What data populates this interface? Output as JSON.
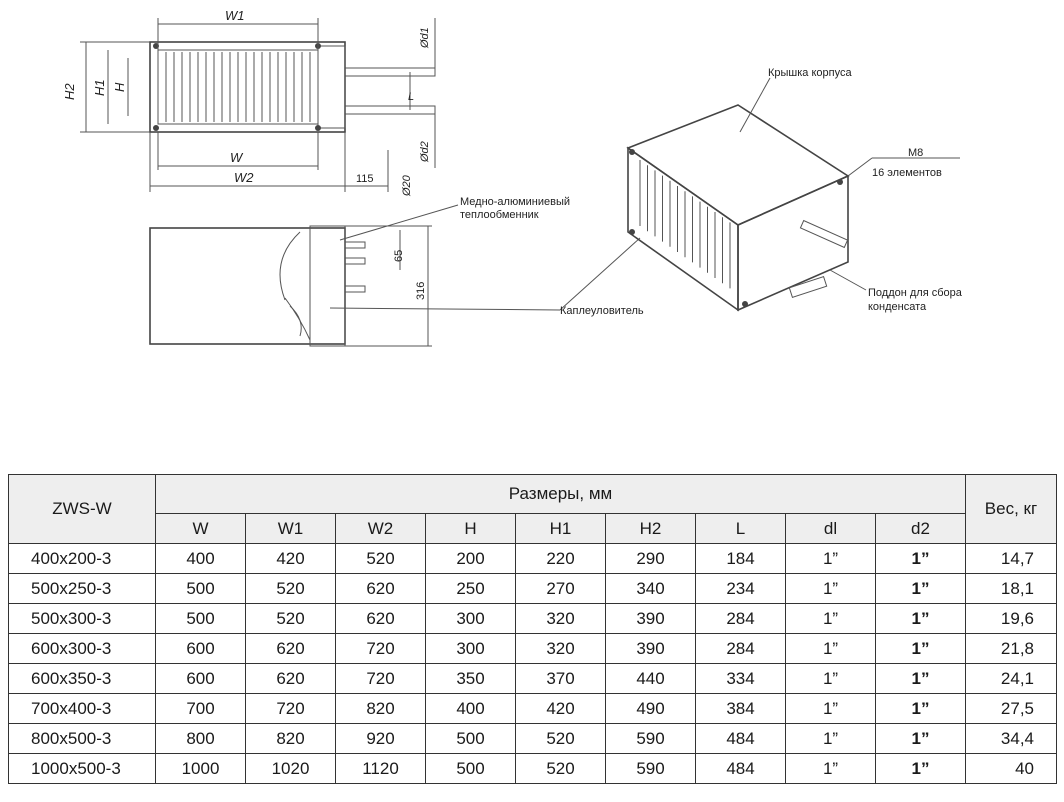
{
  "drawing": {
    "labels": {
      "w1": "W1",
      "w": "W",
      "w2": "W2",
      "h2": "H2",
      "h1": "H1",
      "h": "H",
      "d1": "Ød1",
      "d2": "Ød2",
      "l": "L",
      "dim115": "115",
      "dim20": "Ø20",
      "dim65": "65",
      "dim316": "316",
      "heat_exchanger_1": "Медно-алюминиевый",
      "heat_exchanger_2": "теплообменник",
      "droplet": "Каплеуловитель",
      "cover": "Крышка корпуса",
      "m8": "M8",
      "m8_count": "16 элементов",
      "tray_1": "Поддон для сбора",
      "tray_2": "конденсата"
    }
  },
  "table": {
    "model_header": "ZWS-W",
    "group_header": "Размеры, мм",
    "weight_header": "Вес, кг",
    "columns": [
      "W",
      "W1",
      "W2",
      "H",
      "H1",
      "H2",
      "L",
      "dl",
      "d2"
    ],
    "rows": [
      {
        "model": "400x200-3",
        "W": "400",
        "W1": "420",
        "W2": "520",
        "H": "200",
        "H1": "220",
        "H2": "290",
        "L": "184",
        "dl": "1”",
        "d2": "1”",
        "weight": "14,7"
      },
      {
        "model": "500x250-3",
        "W": "500",
        "W1": "520",
        "W2": "620",
        "H": "250",
        "H1": "270",
        "H2": "340",
        "L": "234",
        "dl": "1”",
        "d2": "1”",
        "weight": "18,1"
      },
      {
        "model": "500x300-3",
        "W": "500",
        "W1": "520",
        "W2": "620",
        "H": "300",
        "H1": "320",
        "H2": "390",
        "L": "284",
        "dl": "1”",
        "d2": "1”",
        "weight": "19,6"
      },
      {
        "model": "600x300-3",
        "W": "600",
        "W1": "620",
        "W2": "720",
        "H": "300",
        "H1": "320",
        "H2": "390",
        "L": "284",
        "dl": "1”",
        "d2": "1”",
        "weight": "21,8"
      },
      {
        "model": "600x350-3",
        "W": "600",
        "W1": "620",
        "W2": "720",
        "H": "350",
        "H1": "370",
        "H2": "440",
        "L": "334",
        "dl": "1”",
        "d2": "1”",
        "weight": "24,1"
      },
      {
        "model": "700x400-3",
        "W": "700",
        "W1": "720",
        "W2": "820",
        "H": "400",
        "H1": "420",
        "H2": "490",
        "L": "384",
        "dl": "1”",
        "d2": "1”",
        "weight": "27,5"
      },
      {
        "model": "800x500-3",
        "W": "800",
        "W1": "820",
        "W2": "920",
        "H": "500",
        "H1": "520",
        "H2": "590",
        "L": "484",
        "dl": "1”",
        "d2": "1”",
        "weight": "34,4"
      },
      {
        "model": "1000x500-3",
        "W": "1000",
        "W1": "1020",
        "W2": "1120",
        "H": "500",
        "H1": "520",
        "H2": "590",
        "L": "484",
        "dl": "1”",
        "d2": "1”",
        "weight": "40"
      }
    ]
  }
}
